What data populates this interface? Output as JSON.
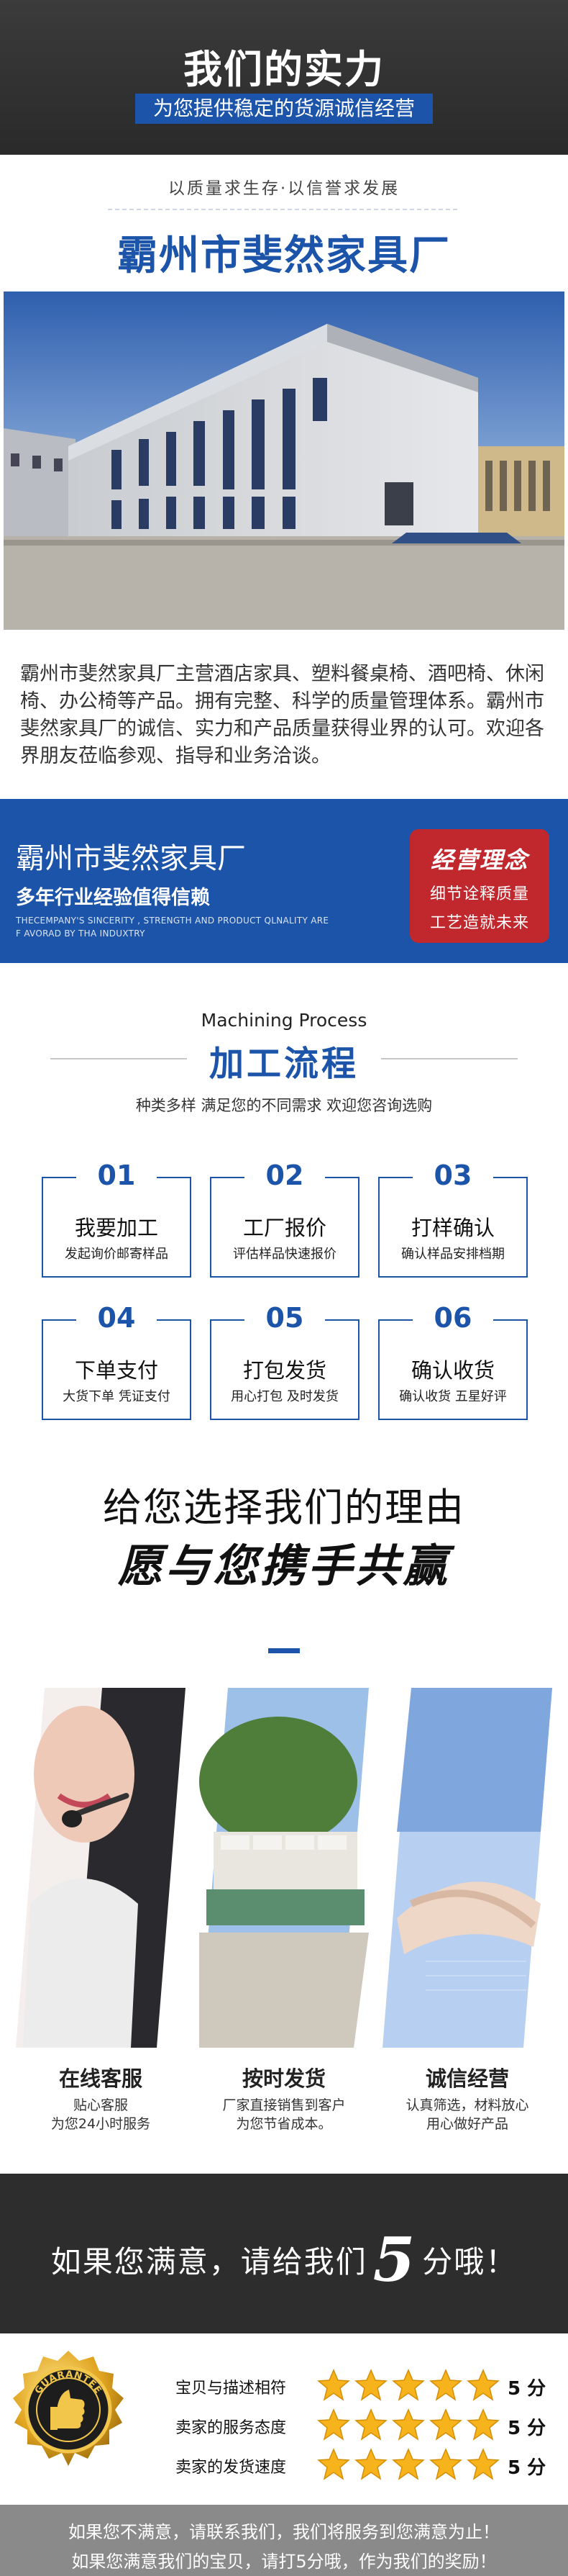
{
  "header": {
    "title": "我们的实力",
    "subtitle": "为您提供稳定的货源诚信经营"
  },
  "company": {
    "slogan": "以质量求生存·以信誉求发展",
    "name": "霸州市斐然家具厂",
    "intro": "霸州市斐然家具厂主营酒店家具、塑料餐桌椅、酒吧椅、休闲椅、办公椅等产品。拥有完整、科学的质量管理体系。霸州市斐然家具厂的诚信、实力和产品质量获得业界的认可。欢迎各界朋友莅临参观、指导和业务洽谈。"
  },
  "banner": {
    "name": "霸州市斐然家具厂",
    "subtitle": "多年行业经验值得信赖",
    "english": "THECEMPANY'S SINCERITY , STRENGTH AND PRODUCT QLNALITY ARE F AVORAD BY THA INDUXTRY",
    "card_title": "经营理念",
    "card_line1": "细节诠释质量",
    "card_line2": "工艺造就未来"
  },
  "process": {
    "title_en": "Machining Process",
    "title": "加工流程",
    "subtitle": "种类多样 满足您的不同需求 欢迎您咨询选购",
    "steps": [
      {
        "num": "01",
        "label": "我要加工",
        "desc": "发起询价邮寄样品"
      },
      {
        "num": "02",
        "label": "工厂报价",
        "desc": "评估样品快速报价"
      },
      {
        "num": "03",
        "label": "打样确认",
        "desc": "确认样品安排档期"
      },
      {
        "num": "04",
        "label": "下单支付",
        "desc": "大货下单 凭证支付"
      },
      {
        "num": "05",
        "label": "打包发货",
        "desc": "用心打包 及时发货"
      },
      {
        "num": "06",
        "label": "确认收货",
        "desc": "确认收货 五星好评"
      }
    ]
  },
  "reasons": {
    "line1": "给您选择我们的理由",
    "line2": "愿与您携手共赢",
    "services": [
      {
        "title": "在线客服",
        "desc1": "贴心客服",
        "desc2": "为您24小时服务"
      },
      {
        "title": "按时发货",
        "desc1": "厂家直接销售到客户",
        "desc2": "为您节省成本。"
      },
      {
        "title": "诚信经营",
        "desc1": "认真筛选，材料放心",
        "desc2": "用心做好产品"
      }
    ]
  },
  "rating": {
    "prompt_before": "如果您满意，请给我们",
    "prompt_number": "5",
    "prompt_after": "分哦！",
    "badge_text": "GUARANTEE",
    "rows": [
      {
        "label": "宝贝与描述相符",
        "stars": 5,
        "score": "5 分"
      },
      {
        "label": "卖家的服务态度",
        "stars": 5,
        "score": "5 分"
      },
      {
        "label": "卖家的发货速度",
        "stars": 5,
        "score": "5 分"
      }
    ],
    "star_color": "#f6b31c"
  },
  "footer": {
    "line1": "如果您不满意，请联系我们，我们将服务到您满意为止！",
    "line2": "如果您满意我们的宝贝，请打5分哦，作为我们的奖励！"
  },
  "colors": {
    "brand_blue": "#1b54a8",
    "accent_red": "#c0282d",
    "dark": "#2d2d2d"
  }
}
